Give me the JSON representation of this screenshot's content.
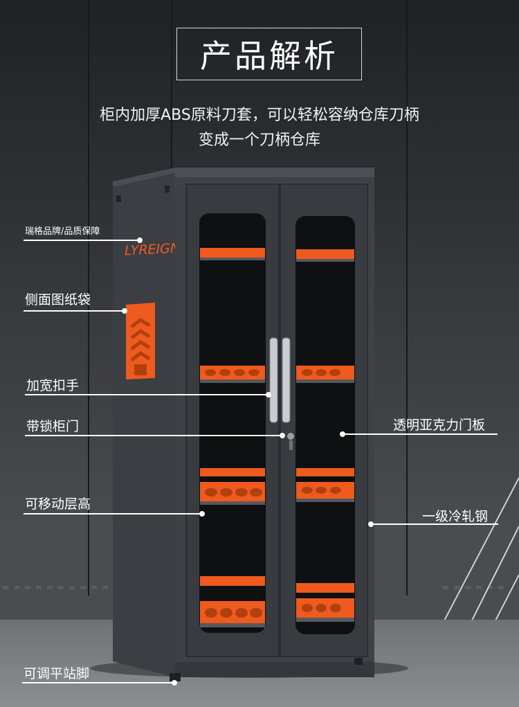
{
  "header": {
    "title": "产品解析",
    "subtitle_line1": "柜内加厚ABS原料刀套，可以轻松容纳仓库刀柄",
    "subtitle_line2": "变成一个刀柄仓库"
  },
  "product": {
    "logo_text": "LYREIGN",
    "cabinet_color": "#3e4247",
    "accent_color": "#ef5a1e"
  },
  "callouts": {
    "brand": "瑞格品牌/品质保障",
    "drawing_bag": "侧面图纸袋",
    "handle": "加宽扣手",
    "lock_door": "带锁柜门",
    "adjustable_shelf": "可移动层高",
    "feet": "可调平站脚",
    "acrylic_door": "透明亚克力门板",
    "steel": "一级冷轧钢"
  }
}
